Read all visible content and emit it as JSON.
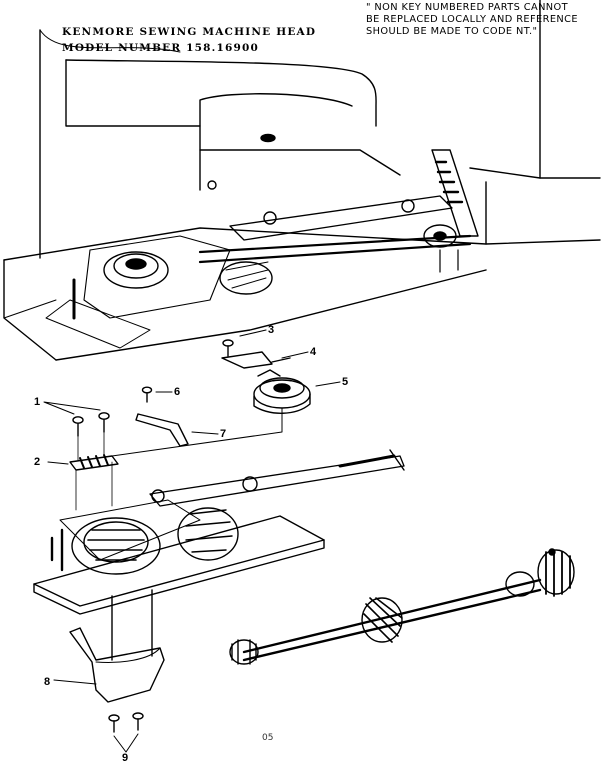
{
  "header": {
    "title_line1": "KENMORE SEWING MACHINE HEAD",
    "title_line2": "MODEL NUMBER 158.16900"
  },
  "note": {
    "line1": "\" NON KEY NUMBERED PARTS CANNOT",
    "line2": "BE REPLACED LOCALLY AND REFERENCE",
    "line3": "SHOULD BE MADE TO CODE NT.\""
  },
  "callouts": {
    "c1": "1",
    "c2": "2",
    "c3": "3",
    "c4": "4",
    "c5": "5",
    "c6": "6",
    "c7": "7",
    "c8": "8",
    "c9": "9"
  },
  "footer": {
    "page_number": "05"
  }
}
